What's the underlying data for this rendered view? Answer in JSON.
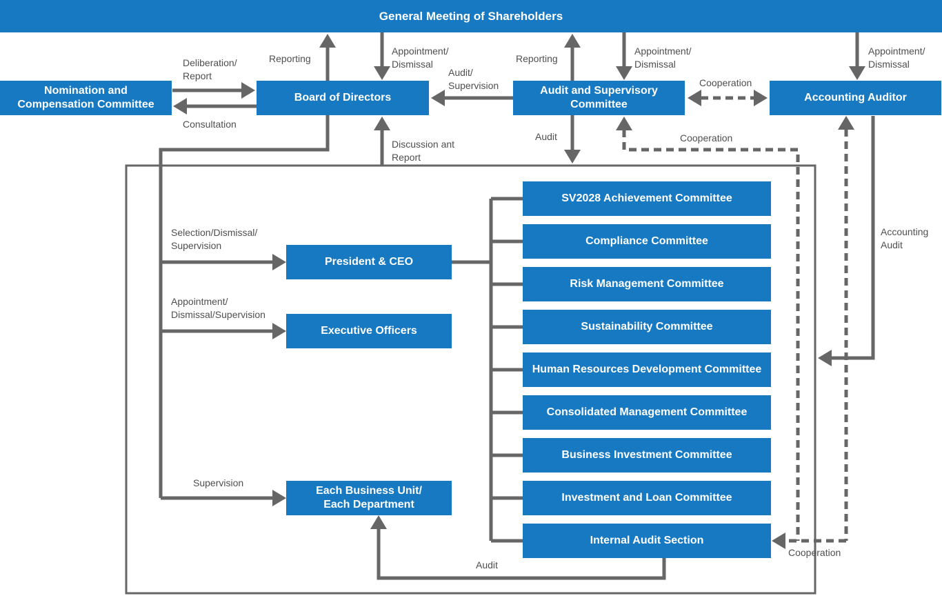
{
  "title": "General Meeting of Shareholders",
  "colors": {
    "box_blue": "#1779c2",
    "line_gray": "#666666",
    "label_gray": "#4f4f4f",
    "box_text": "#ffffff",
    "background": "#ffffff"
  },
  "nodes": {
    "general_meeting": "General Meeting of Shareholders",
    "nomination": "Nomination and\nCompensation Committee",
    "board": "Board of Directors",
    "audit_committee": "Audit and Supervisory\nCommittee",
    "accounting_auditor": "Accounting Auditor",
    "president": "President & CEO",
    "executive_officers": "Executive Officers",
    "business_units": "Each Business Unit/\nEach Department"
  },
  "committees": [
    "SV2028 Achievement Committee",
    "Compliance Committee",
    "Risk Management Committee",
    "Sustainability Committee",
    "Human Resources Development Committee",
    "Consolidated Management Committee",
    "Business Investment Committee",
    "Investment and Loan Committee",
    "Internal Audit Section"
  ],
  "edge_labels": {
    "reporting_board": "Reporting",
    "appointment_board": "Appointment/\nDismissal",
    "deliberation_report": "Deliberation/\nReport",
    "consultation": "Consultation",
    "audit_supervision": "Audit/\nSupervision",
    "reporting_audit": "Reporting",
    "appointment_audit": "Appointment/\nDismissal",
    "cooperation_top": "Cooperation",
    "appointment_auditor": "Appointment/\nDismissal",
    "audit_to_management": "Audit",
    "discussion_report": "Discussion ant\nReport",
    "cooperation_mid": "Cooperation",
    "selection_dismissal_supervision": "Selection/Dismissal/\nSupervision",
    "appointment_dismissal_supervision": "Appointment/\nDismissal/Supervision",
    "supervision": "Supervision",
    "accounting_audit": "Accounting\nAudit",
    "cooperation_bottom": "Cooperation",
    "internal_audit": "Audit"
  }
}
